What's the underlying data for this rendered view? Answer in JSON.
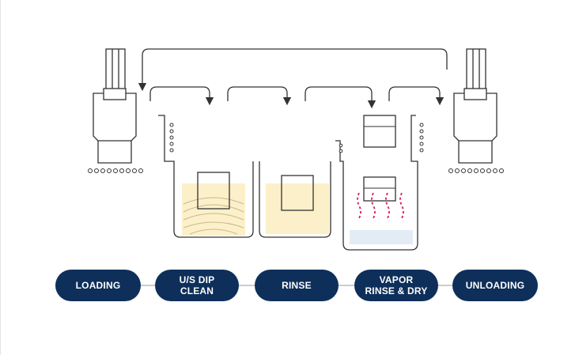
{
  "steps": [
    {
      "id": "loading",
      "label": "LOADING"
    },
    {
      "id": "us-dip-clean",
      "label": "U/S DIP\nCLEAN"
    },
    {
      "id": "rinse",
      "label": "RINSE"
    },
    {
      "id": "vapor-rinse-dry",
      "label": "VAPOR\nRINSE & DRY"
    },
    {
      "id": "unloading",
      "label": "UNLOADING"
    }
  ],
  "colors": {
    "pill": "#0e2f5a",
    "line": "#333333",
    "connector": "#b8bcc4",
    "liquid": "#fbf0c9",
    "vapor": "#d81b60",
    "dry_zone": "#e3ecf5"
  }
}
